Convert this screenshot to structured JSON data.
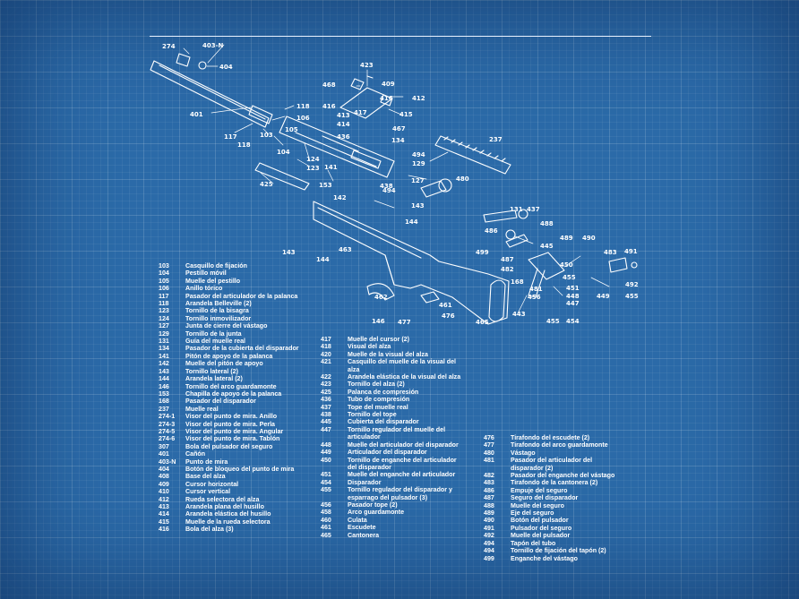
{
  "callouts": [
    {
      "n": "274",
      "id": "c274"
    },
    {
      "n": "403-N",
      "id": "c403n"
    },
    {
      "n": "404",
      "id": "c404"
    },
    {
      "n": "401",
      "id": "c401"
    },
    {
      "n": "118",
      "id": "c118a"
    },
    {
      "n": "106",
      "id": "c106"
    },
    {
      "n": "105",
      "id": "c105"
    },
    {
      "n": "117",
      "id": "c117"
    },
    {
      "n": "103",
      "id": "c103"
    },
    {
      "n": "118",
      "id": "c118b"
    },
    {
      "n": "104",
      "id": "c104"
    },
    {
      "n": "124",
      "id": "c124"
    },
    {
      "n": "123",
      "id": "c123"
    },
    {
      "n": "425",
      "id": "c425"
    },
    {
      "n": "423",
      "id": "c423"
    },
    {
      "n": "468",
      "id": "c468"
    },
    {
      "n": "409",
      "id": "c409"
    },
    {
      "n": "416",
      "id": "c416a"
    },
    {
      "n": "416",
      "id": "c416b"
    },
    {
      "n": "412",
      "id": "c412"
    },
    {
      "n": "413",
      "id": "c413"
    },
    {
      "n": "417",
      "id": "c417"
    },
    {
      "n": "415",
      "id": "c415"
    },
    {
      "n": "414",
      "id": "c414"
    },
    {
      "n": "436",
      "id": "c436"
    },
    {
      "n": "467",
      "id": "c467"
    },
    {
      "n": "134",
      "id": "c134"
    },
    {
      "n": "237",
      "id": "c237"
    },
    {
      "n": "494",
      "id": "c494a"
    },
    {
      "n": "129",
      "id": "c129"
    },
    {
      "n": "141",
      "id": "c141"
    },
    {
      "n": "153",
      "id": "c153"
    },
    {
      "n": "438",
      "id": "c438"
    },
    {
      "n": "494",
      "id": "c494b"
    },
    {
      "n": "127",
      "id": "c127"
    },
    {
      "n": "480",
      "id": "c480"
    },
    {
      "n": "142",
      "id": "c142"
    },
    {
      "n": "143",
      "id": "c143a"
    },
    {
      "n": "131",
      "id": "c131"
    },
    {
      "n": "437",
      "id": "c437"
    },
    {
      "n": "144",
      "id": "c144a"
    },
    {
      "n": "486",
      "id": "c486"
    },
    {
      "n": "488",
      "id": "c488"
    },
    {
      "n": "489",
      "id": "c489"
    },
    {
      "n": "490",
      "id": "c490"
    },
    {
      "n": "445",
      "id": "c445"
    },
    {
      "n": "143",
      "id": "c143b"
    },
    {
      "n": "463",
      "id": "c463"
    },
    {
      "n": "144",
      "id": "c144b"
    },
    {
      "n": "499",
      "id": "c499"
    },
    {
      "n": "487",
      "id": "c487"
    },
    {
      "n": "483",
      "id": "c483"
    },
    {
      "n": "491",
      "id": "c491"
    },
    {
      "n": "450",
      "id": "c450"
    },
    {
      "n": "482",
      "id": "c482"
    },
    {
      "n": "492",
      "id": "c492"
    },
    {
      "n": "168",
      "id": "c168"
    },
    {
      "n": "455",
      "id": "c455a"
    },
    {
      "n": "481",
      "id": "c481"
    },
    {
      "n": "451",
      "id": "c451"
    },
    {
      "n": "449",
      "id": "c449"
    },
    {
      "n": "456",
      "id": "c456"
    },
    {
      "n": "448",
      "id": "c448"
    },
    {
      "n": "462",
      "id": "c462"
    },
    {
      "n": "447",
      "id": "c447"
    },
    {
      "n": "461",
      "id": "c461"
    },
    {
      "n": "443",
      "id": "c443"
    },
    {
      "n": "476",
      "id": "c476"
    },
    {
      "n": "146",
      "id": "c146"
    },
    {
      "n": "477",
      "id": "c477"
    },
    {
      "n": "465",
      "id": "c465"
    },
    {
      "n": "455",
      "id": "c455b"
    },
    {
      "n": "454",
      "id": "c454"
    }
  ],
  "legend": {
    "col1": [
      {
        "num": "103",
        "desc": "Casquillo de fijación"
      },
      {
        "num": "104",
        "desc": "Pestillo móvil"
      },
      {
        "num": "105",
        "desc": "Muelle del pestillo"
      },
      {
        "num": "106",
        "desc": "Anillo tórico"
      },
      {
        "num": "117",
        "desc": "Pasador del articulador de la palanca"
      },
      {
        "num": "118",
        "desc": "Arandela Belleville (2)"
      },
      {
        "num": "123",
        "desc": "Tornillo de la bisagra"
      },
      {
        "num": "124",
        "desc": "Tornillo inmovilizador"
      },
      {
        "num": "127",
        "desc": "Junta de cierre del vástago"
      },
      {
        "num": "129",
        "desc": "Tornillo de la junta"
      },
      {
        "num": "131",
        "desc": "Guía del muelle real"
      },
      {
        "num": "134",
        "desc": "Pasador de la cubierta del disparador"
      },
      {
        "num": "141",
        "desc": "Pitón de apoyo de la palanca"
      },
      {
        "num": "142",
        "desc": "Muelle del pitón de apoyo"
      },
      {
        "num": "143",
        "desc": "Tornillo lateral (2)"
      },
      {
        "num": "144",
        "desc": "Arandela lateral (2)"
      },
      {
        "num": "146",
        "desc": "Tornillo del arco guardamonte"
      },
      {
        "num": "153",
        "desc": "Chapilla de apoyo de la palanca"
      },
      {
        "num": "168",
        "desc": "Pasador del disparador"
      },
      {
        "num": "237",
        "desc": "Muelle real"
      },
      {
        "num": "274-1",
        "desc": "Visor del punto de mira. Anillo"
      },
      {
        "num": "274-3",
        "desc": "Visor del punto de mira. Perla"
      },
      {
        "num": "274-5",
        "desc": "Visor del punto de mira. Angular"
      },
      {
        "num": "274-6",
        "desc": "Visor del punto de mira. Tablón"
      },
      {
        "num": "307",
        "desc": "Bola del pulsador del seguro"
      },
      {
        "num": "401",
        "desc": "Cañón"
      },
      {
        "num": "403-N",
        "desc": "Punto de mira"
      },
      {
        "num": "404",
        "desc": "Botón de bloqueo del punto de mira"
      },
      {
        "num": "408",
        "desc": "Base del alza"
      },
      {
        "num": "409",
        "desc": "Cursor horizontal"
      },
      {
        "num": "410",
        "desc": "Cursor vertical"
      },
      {
        "num": "412",
        "desc": "Rueda selectora del alza"
      },
      {
        "num": "413",
        "desc": "Arandela plana del husillo"
      },
      {
        "num": "414",
        "desc": "Arandela elástica del husillo"
      },
      {
        "num": "415",
        "desc": "Muelle de la rueda selectora"
      },
      {
        "num": "416",
        "desc": "Bola del alza (3)"
      }
    ],
    "col2": [
      {
        "num": "417",
        "desc": "Muelle del cursor (2)"
      },
      {
        "num": "418",
        "desc": "Visual del alza"
      },
      {
        "num": "420",
        "desc": "Muelle de la visual del alza"
      },
      {
        "num": "421",
        "desc": "Casquillo del muelle de la visual del alza"
      },
      {
        "num": "422",
        "desc": "Arandela elástica de la visual del alza"
      },
      {
        "num": "423",
        "desc": "Tornillo del alza (2)"
      },
      {
        "num": "425",
        "desc": "Palanca de compresión"
      },
      {
        "num": "436",
        "desc": "Tubo de compresión"
      },
      {
        "num": "437",
        "desc": "Tope del muelle real"
      },
      {
        "num": "438",
        "desc": "Tornillo del tope"
      },
      {
        "num": "445",
        "desc": "Cubierta del disparador"
      },
      {
        "num": "447",
        "desc": "Tornillo regulador del muelle del articulador"
      },
      {
        "num": "448",
        "desc": "Muelle del articulador del disparador"
      },
      {
        "num": "449",
        "desc": "Articulador del disparador"
      },
      {
        "num": "450",
        "desc": "Tornillo de enganche del articulador del disparador"
      },
      {
        "num": "451",
        "desc": "Muelle del enganche del articulador"
      },
      {
        "num": "454",
        "desc": "Disparador"
      },
      {
        "num": "455",
        "desc": "Tornillo regulador del disparador y esparrago del pulsador (3)"
      },
      {
        "num": "456",
        "desc": "Pasador tope (2)"
      },
      {
        "num": "458",
        "desc": "Arco guardamonte"
      },
      {
        "num": "460",
        "desc": "Culata"
      },
      {
        "num": "461",
        "desc": "Escudete"
      },
      {
        "num": "465",
        "desc": "Cantonera"
      }
    ],
    "col3": [
      {
        "num": "476",
        "desc": "Tirafondo del escudete (2)"
      },
      {
        "num": "477",
        "desc": "Tirafondo del arco guardamonte"
      },
      {
        "num": "480",
        "desc": "Vástago"
      },
      {
        "num": "481",
        "desc": "Pasador del articulador del disparador (2)"
      },
      {
        "num": "482",
        "desc": "Pasador del enganche del vástago"
      },
      {
        "num": "483",
        "desc": "Tirafondo de la cantonera (2)"
      },
      {
        "num": "486",
        "desc": "Empuje del seguro"
      },
      {
        "num": "487",
        "desc": "Seguro del disparador"
      },
      {
        "num": "488",
        "desc": "Muelle del seguro"
      },
      {
        "num": "489",
        "desc": "Eje del seguro"
      },
      {
        "num": "490",
        "desc": "Botón del pulsador"
      },
      {
        "num": "491",
        "desc": "Pulsador del seguro"
      },
      {
        "num": "492",
        "desc": "Muelle del pulsador"
      },
      {
        "num": "494",
        "desc": "Tapón del tubo"
      },
      {
        "num": "494",
        "desc": "Tornillo de fijación del tapón (2)"
      },
      {
        "num": "499",
        "desc": "Enganche del vástago"
      }
    ]
  }
}
